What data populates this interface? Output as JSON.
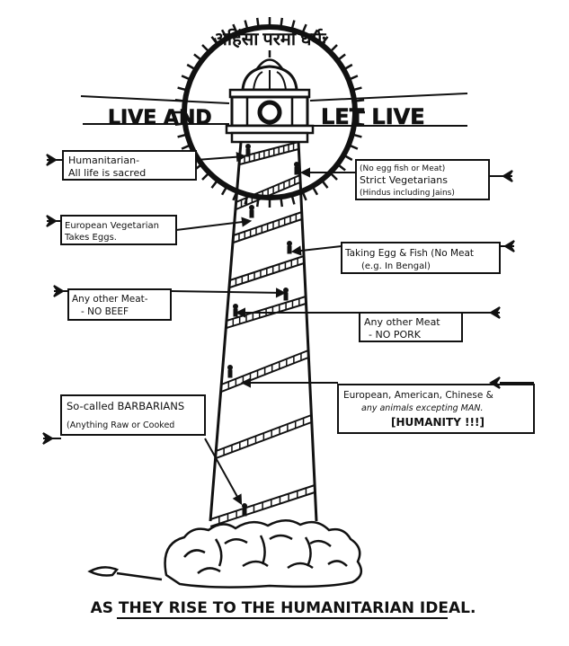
{
  "header": {
    "hindi_motto": "अहिंसा परमो धर्मः",
    "live_text": "LIVE AND",
    "let_live_text": "LET LIVE"
  },
  "labels": {
    "humanitarian": {
      "line1": "Humanitarian-",
      "line2": "All life is sacred"
    },
    "strict_veg": {
      "line1": "(No egg fish or Meat)",
      "line2": "Strict Vegetarians",
      "line3": "(Hindus including Jains)"
    },
    "european_veg": {
      "line1": "European Vegetarian",
      "line2": "Takes Eggs."
    },
    "egg_fish": {
      "line1": "Taking Egg & Fish (No Meat",
      "line2": "(e.g. In Bengal)"
    },
    "no_beef": {
      "line1": "Any other Meat-",
      "line2": "- NO BEEF"
    },
    "no_pork": {
      "line1": "Any other Meat",
      "line2": "- NO PORK"
    },
    "humanity": {
      "line1": "European, American, Chinese &",
      "line2": "any animals excepting MAN.",
      "line3": "[HUMANITY !!!]"
    },
    "barbarians": {
      "line1": "So-called BARBARIANS",
      "line2": "(Anything Raw or Cooked"
    }
  },
  "caption": "AS THEY RISE TO THE HUMANITARIAN IDEAL."
}
